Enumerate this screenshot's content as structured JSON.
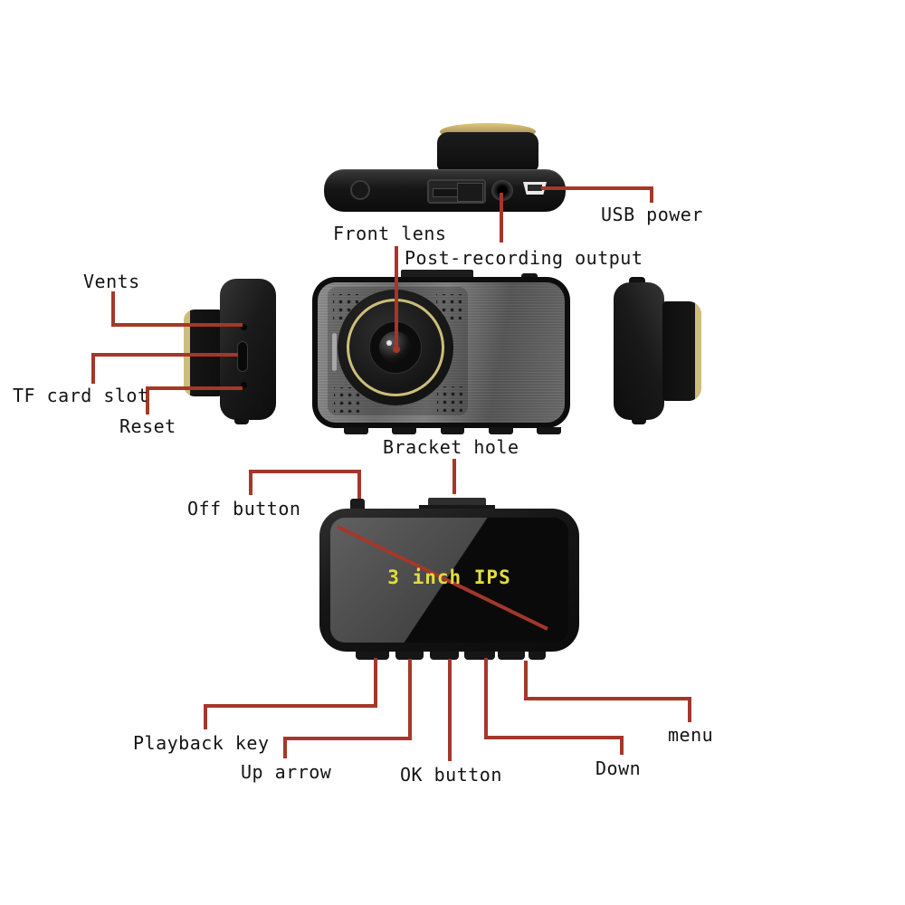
{
  "diagram": {
    "type": "product-annotation",
    "product": "car dash cam - labeled views (top, left side, front, right side, back)",
    "labels": {
      "usb_power": "USB power",
      "front_lens": "Front lens",
      "post_recording": "Post-recording output",
      "vents": "Vents",
      "tf_card_slot": "TF card slot",
      "reset": "Reset",
      "bracket_hole": "Bracket hole",
      "off_button": "Off button",
      "playback_key": "Playback key",
      "up_arrow": "Up arrow",
      "ok_button": "OK button",
      "down": "Down",
      "menu": "menu"
    },
    "screen_badge": "3 inch IPS"
  },
  "colors": {
    "callout_line": "#a5372a",
    "screen_text": "#e3dd3c",
    "gold_ring": "#cdbd7a",
    "background": "#ffffff",
    "label_color": "#141414"
  }
}
